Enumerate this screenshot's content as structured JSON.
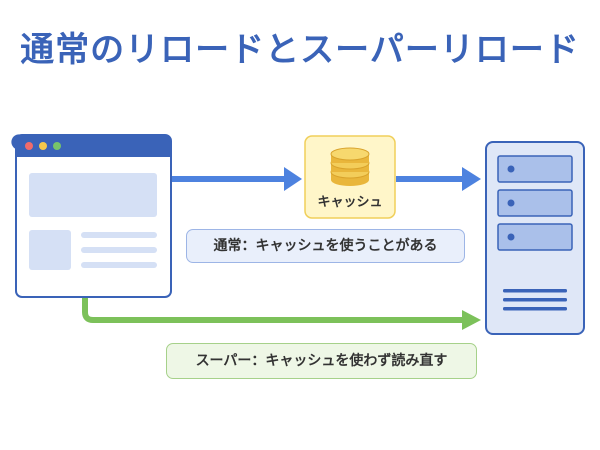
{
  "title": "通常のリロードとスーパーリロード",
  "cache": {
    "label": "キャッシュ",
    "icon": "database-coins-icon"
  },
  "labels": {
    "normal": "通常：キャッシュを使うことがある",
    "super": "スーパー：キャッシュを使わず読み直す"
  },
  "colors": {
    "title": "#3a63b8",
    "browser_frame": "#3a63b8",
    "blue_arrow": "#4d82df",
    "green_arrow": "#7cc15a",
    "cache_box": "#fff6c9",
    "server_fill": "#dfe7f7"
  }
}
